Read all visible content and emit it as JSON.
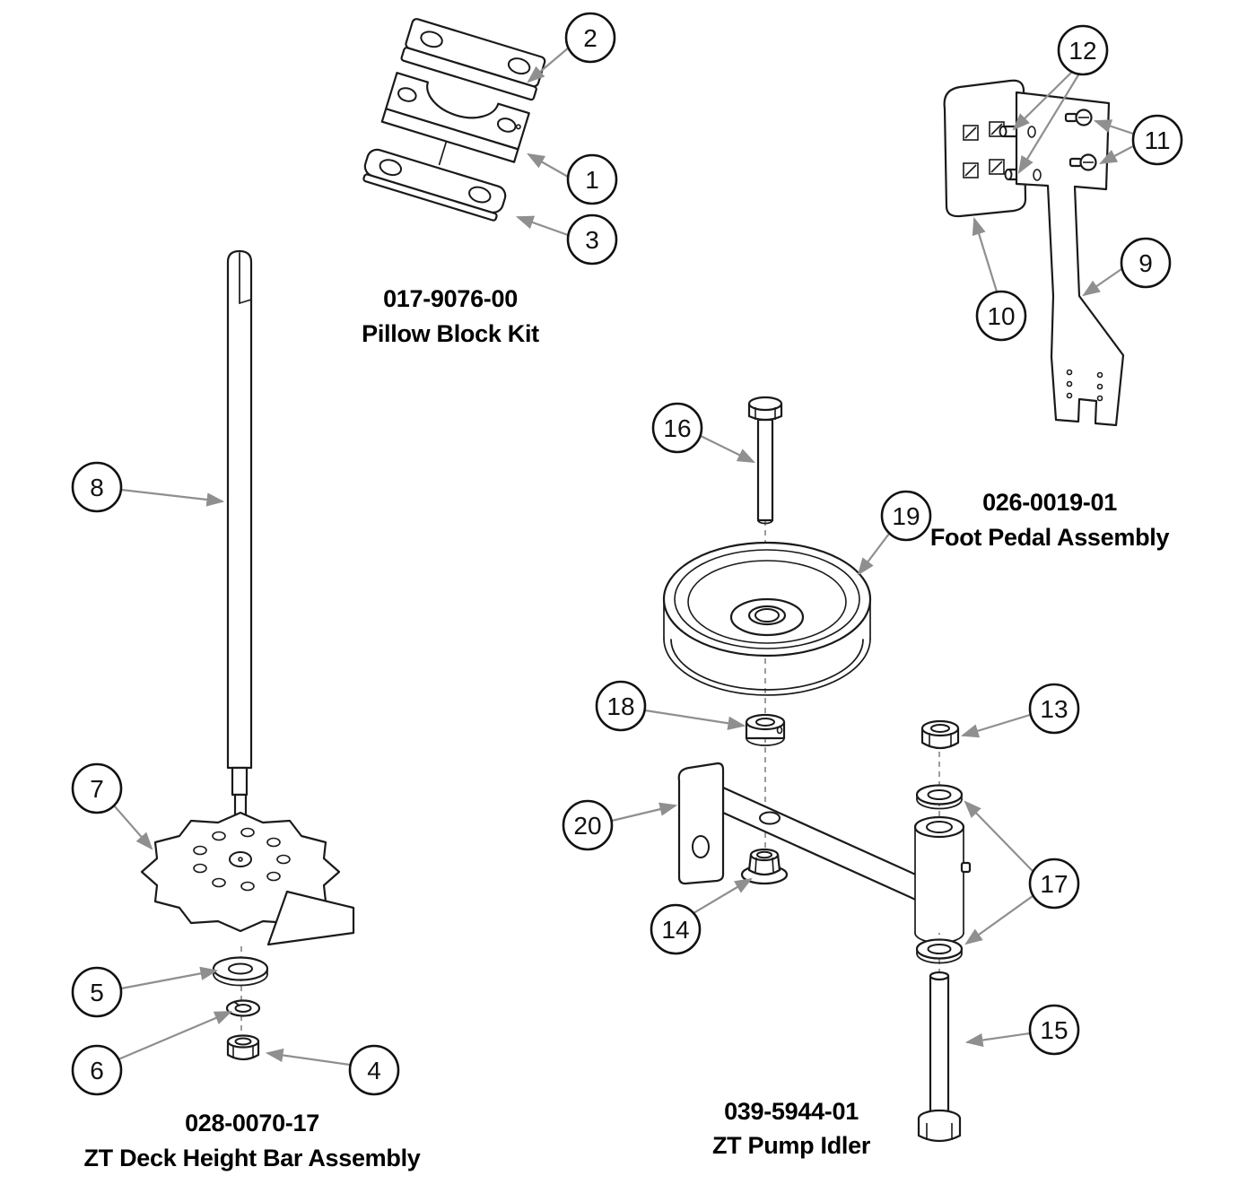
{
  "assemblies": {
    "pillow_block": {
      "part_number": "017-9076-00",
      "name": "Pillow Block Kit"
    },
    "foot_pedal": {
      "part_number": "026-0019-01",
      "name": "Foot Pedal Assembly"
    },
    "deck_height_bar": {
      "part_number": "028-0070-17",
      "name": "ZT Deck Height Bar Assembly"
    },
    "pump_idler": {
      "part_number": "039-5944-01",
      "name": "ZT Pump Idler"
    }
  },
  "callouts": {
    "c1": {
      "number": "1"
    },
    "c2": {
      "number": "2"
    },
    "c3": {
      "number": "3"
    },
    "c4": {
      "number": "4"
    },
    "c5": {
      "number": "5"
    },
    "c6": {
      "number": "6"
    },
    "c7": {
      "number": "7"
    },
    "c8": {
      "number": "8"
    },
    "c9": {
      "number": "9"
    },
    "c10": {
      "number": "10"
    },
    "c11": {
      "number": "11"
    },
    "c12": {
      "number": "12"
    },
    "c13": {
      "number": "13"
    },
    "c14": {
      "number": "14"
    },
    "c15": {
      "number": "15"
    },
    "c16": {
      "number": "16"
    },
    "c17": {
      "number": "17"
    },
    "c18": {
      "number": "18"
    },
    "c19": {
      "number": "19"
    },
    "c20": {
      "number": "20"
    }
  },
  "colors": {
    "line": "#1a1a1a",
    "leader": "#8f8f8f",
    "background": "#ffffff"
  }
}
